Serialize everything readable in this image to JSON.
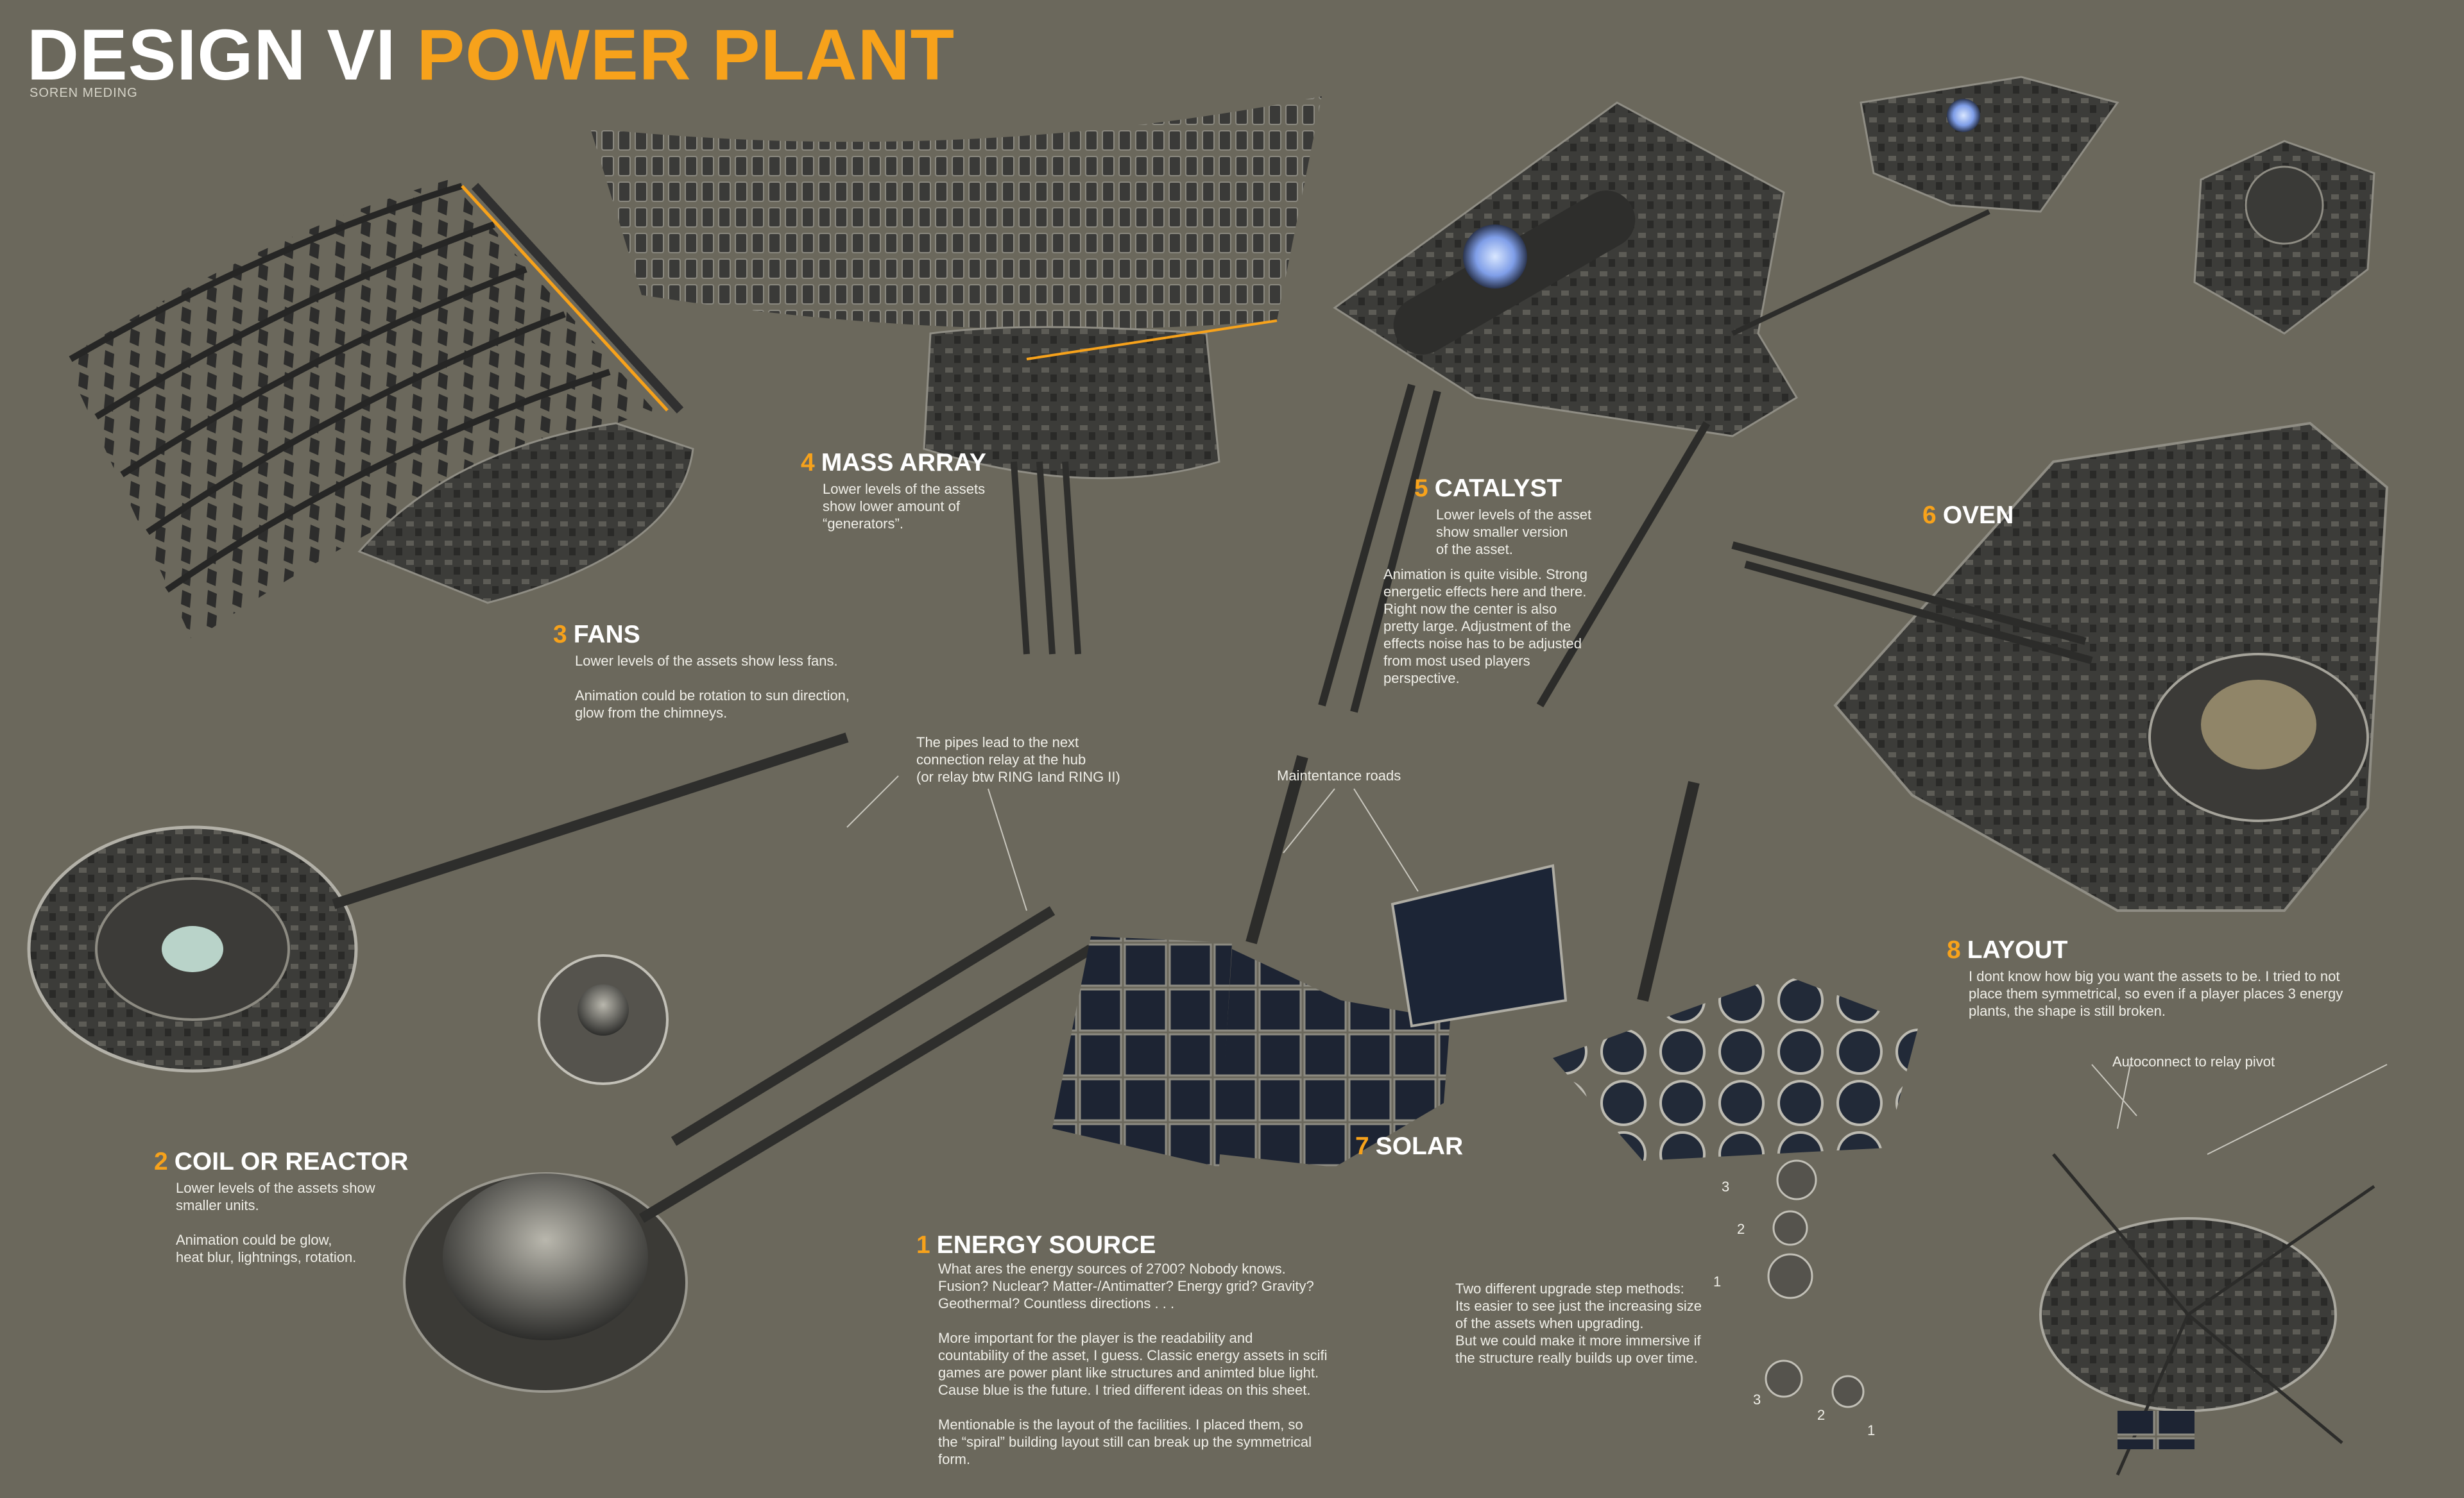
{
  "header": {
    "title_white": "DESIGN VI",
    "title_orange": "POWER PLANT",
    "author": "SOREN MEDING"
  },
  "sections": {
    "fans": {
      "number": "3",
      "title": "FANS",
      "text": "Lower levels of the assets show less fans.\n\nAnimation could be rotation to sun direction,\nglow from the chimneys."
    },
    "mass_array": {
      "number": "4",
      "title": "MASS ARRAY",
      "text": "Lower levels of the assets\nshow lower amount of\n“generators”."
    },
    "catalyst": {
      "number": "5",
      "title": "CATALYST",
      "text": "Lower levels of the asset\nshow smaller version\nof the asset.",
      "text2": "Animation is quite visible. Strong\nenergetic effects here and there.\nRight now the center is also\npretty large. Adjustment of the\neffects noise has to be adjusted\nfrom most used players\nperspective."
    },
    "oven": {
      "number": "6",
      "title": "OVEN"
    },
    "coil_reactor": {
      "number": "2",
      "title": "COIL OR REACTOR",
      "text": "Lower levels of the assets show\nsmaller units.\n\nAnimation could be glow,\nheat blur, lightnings, rotation."
    },
    "solar": {
      "number": "7",
      "title": "SOLAR"
    },
    "energy_source": {
      "number": "1",
      "title": "ENERGY SOURCE",
      "text": "What ares the energy sources of 2700? Nobody knows.\nFusion? Nuclear? Matter-/Antimatter? Energy grid? Gravity?\nGeothermal? Countless directions . . .\n\nMore important for the player is the readability and\ncountability of the asset, I guess. Classic energy assets in scifi\ngames are power plant like structures and animted blue light.\nCause blue is the future. I tried different ideas on this sheet.\n\nMentionable is the layout of the facilities. I placed them, so\nthe “spiral” building layout still can break up the symmetrical\nform."
    },
    "layout": {
      "number": "8",
      "title": "LAYOUT",
      "text": "I dont know how big you want the assets to be. I tried to not\nplace them symmetrical, so even if a player places 3 energy\nplants, the shape is still broken."
    }
  },
  "callouts": {
    "pipes": "The pipes lead to the next\nconnection relay at the hub\n(or relay btw RING Iand RING II)",
    "maintenance": "Maintentance roads",
    "autoconnect": "Autoconnect to relay pivot",
    "upgrade": "Two different upgrade step methods:\nIts easier to see just the increasing size\nof the assets when upgrading.\nBut we could make it more immersive if\nthe structure really builds up over time."
  },
  "step_labels": {
    "vertical": [
      "3",
      "2",
      "1"
    ],
    "horizontal": [
      "3",
      "2",
      "1"
    ]
  },
  "colors": {
    "background": "#6b685c",
    "accent_orange": "#f7a21b",
    "heading_white": "#ffffff",
    "asset_dark": "#2b2b2a",
    "asset_mid": "#4a4a46",
    "asset_light": "#8d8b82",
    "solar_blue": "#1e2a3d",
    "energy_blue": "#8fb0ff"
  }
}
